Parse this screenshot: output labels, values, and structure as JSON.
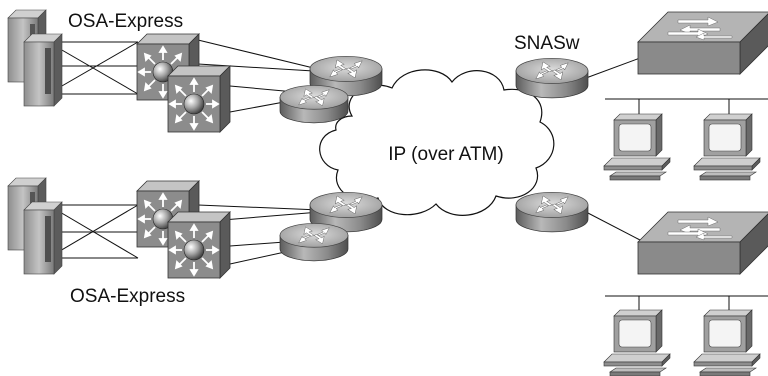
{
  "labels": {
    "osa_top": "OSA-Express",
    "osa_bottom": "OSA-Express",
    "snasw": "SNASw",
    "cloud": "IP (over ATM)"
  },
  "colors": {
    "device_gray": "#9a9a9a",
    "device_dark": "#6e6e6e",
    "device_light": "#c8c8c8",
    "line": "#111111",
    "background": "#ffffff"
  },
  "icons": {
    "mainframe": "mainframe-icon",
    "multilayer_switch": "multilayer-switch-icon",
    "router": "router-icon",
    "workgroup_switch": "workgroup-switch-icon",
    "workstation": "workstation-icon",
    "cloud": "cloud-icon"
  }
}
